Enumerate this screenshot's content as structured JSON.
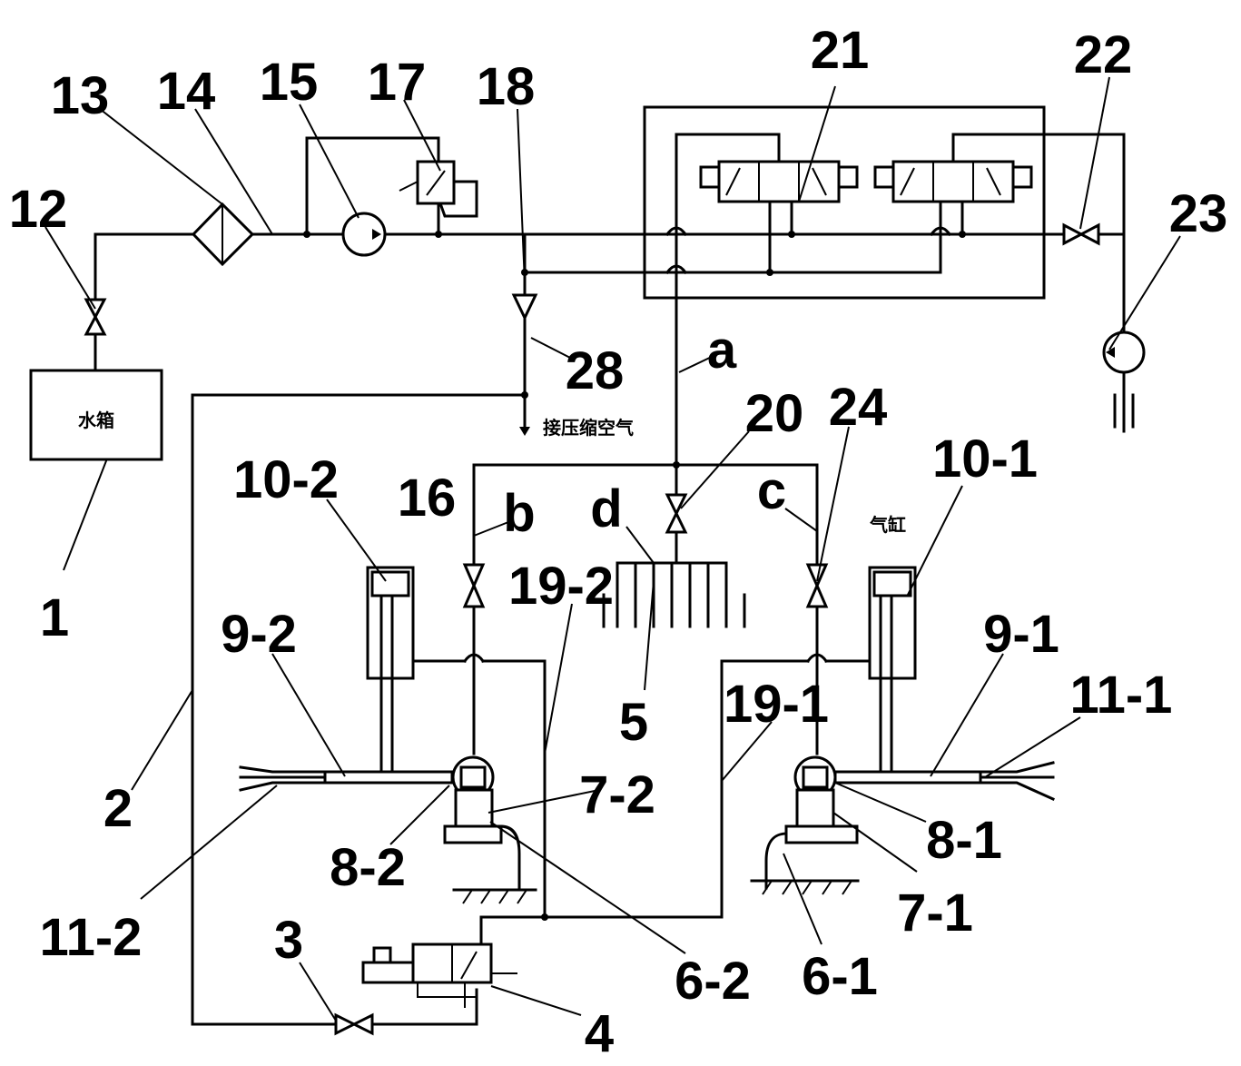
{
  "labels": {
    "l1": "1",
    "l2": "2",
    "l3": "3",
    "l4": "4",
    "l5": "5",
    "l6_1": "6-1",
    "l6_2": "6-2",
    "l7_1": "7-1",
    "l7_2": "7-2",
    "l8_1": "8-1",
    "l8_2": "8-2",
    "l9_1": "9-1",
    "l9_2": "9-2",
    "l10_1": "10-1",
    "l10_2": "10-2",
    "l11_1": "11-1",
    "l11_2": "11-2",
    "l12": "12",
    "l13": "13",
    "l14": "14",
    "l15": "15",
    "l16": "16",
    "l17": "17",
    "l18": "18",
    "l19_1": "19-1",
    "l19_2": "19-2",
    "l20": "20",
    "l21": "21",
    "l22": "22",
    "l23": "23",
    "l24": "24",
    "l28": "28",
    "la": "a",
    "lb": "b",
    "lc": "c",
    "ld": "d"
  },
  "texts": {
    "tank": "水箱",
    "compressed_air": "接压缩空气",
    "cylinder": "气缸"
  }
}
